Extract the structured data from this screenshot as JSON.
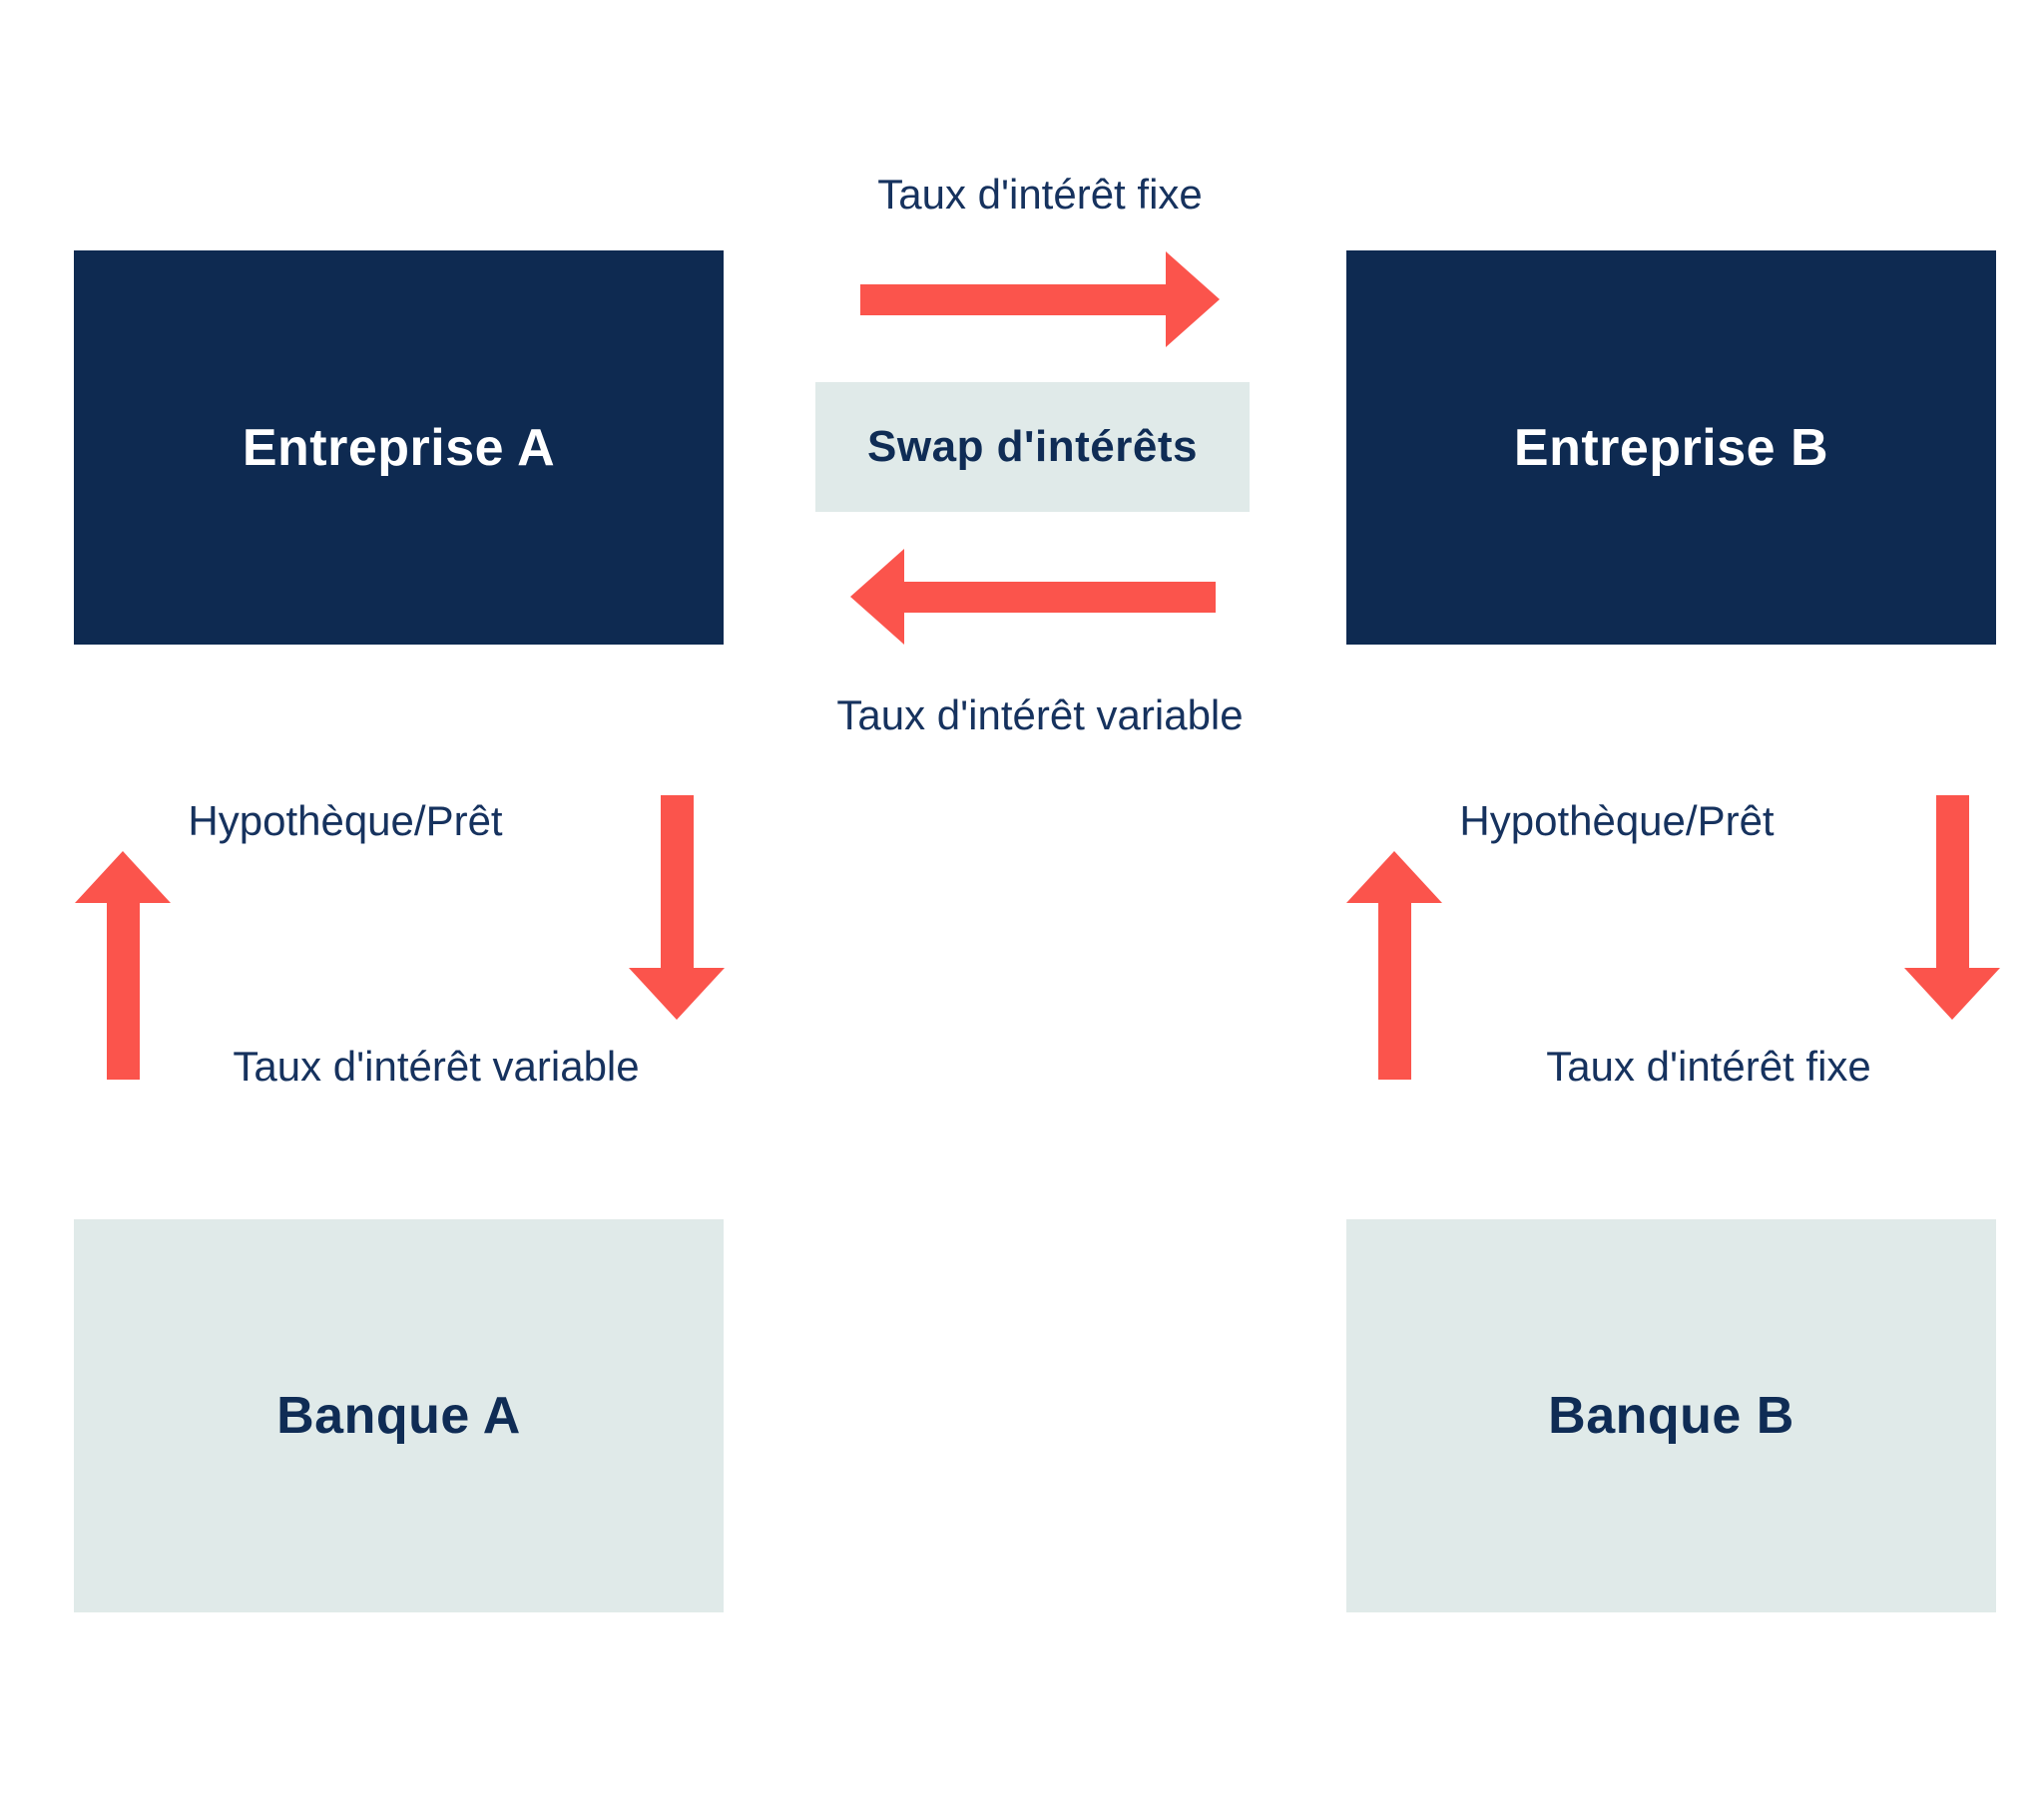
{
  "colors": {
    "bg": "#ffffff",
    "navy": "#0e2a51",
    "light": "#e0eae9",
    "accent": "#fb544c",
    "label": "#16325e",
    "title": "#0f2c55",
    "white": "#ffffff"
  },
  "diagram": {
    "swap_flow": {
      "top_label": "Taux d'intérêt fixe",
      "center_label": "Swap d'intérêts",
      "bottom_label": "Taux d'intérêt variable"
    },
    "entities": {
      "company_a": {
        "name": "Entreprise A"
      },
      "company_b": {
        "name": "Entreprise B"
      },
      "bank_a": {
        "name": "Banque A"
      },
      "bank_b": {
        "name": "Banque B"
      }
    },
    "company_a_bank_flow": {
      "loan_label": "Hypothèque/Prêt",
      "rate_label": "Taux d'intérêt variable"
    },
    "company_b_bank_flow": {
      "loan_label": "Hypothèque/Prêt",
      "rate_label": "Taux d'intérêt fixe"
    }
  }
}
